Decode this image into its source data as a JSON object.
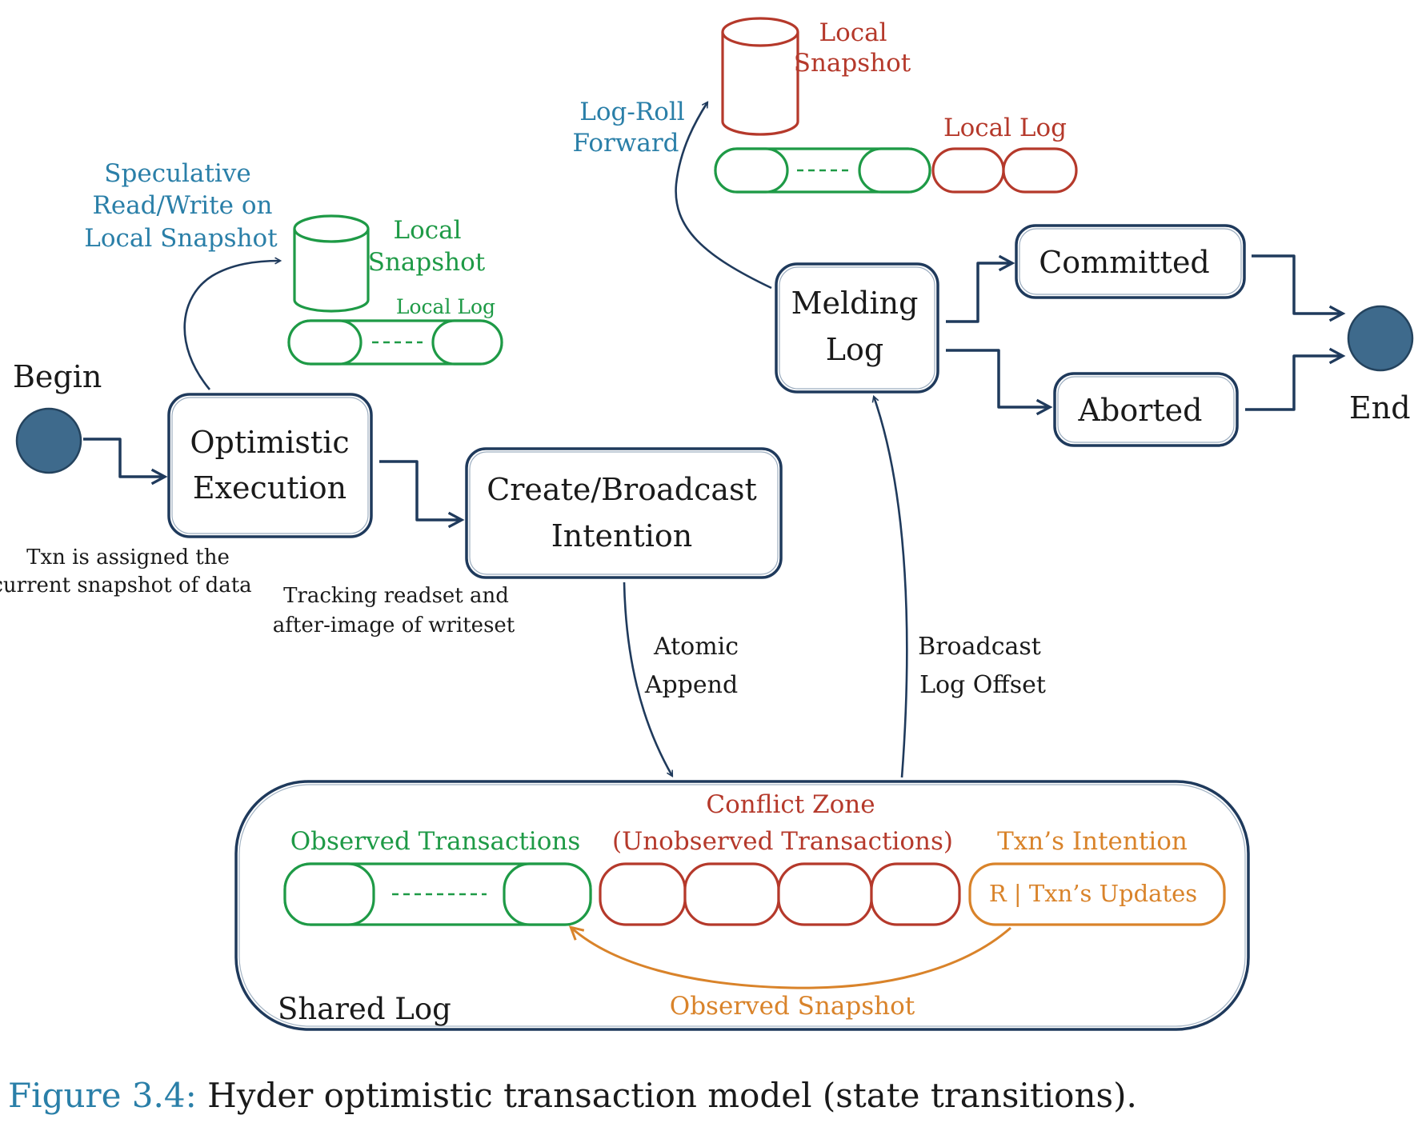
{
  "figure": {
    "caption_label": "Figure 3.4:",
    "caption_text": " Hyder optimistic transaction model (state transitions)."
  },
  "nodes": {
    "begin_label": "Begin",
    "end_label": "End"
  },
  "states": {
    "optimistic_line1": "Optimistic",
    "optimistic_line2": "Execution",
    "intention_line1": "Create/Broadcast",
    "intention_line2": "Intention",
    "melding_line1": "Melding",
    "melding_line2": "Log",
    "committed": "Committed",
    "aborted": "Aborted"
  },
  "annotations": {
    "speculative_line1": "Speculative",
    "speculative_line2": "Read/Write on",
    "speculative_line3": "Local Snapshot",
    "txn_assigned_line1": "Txn is assigned the",
    "txn_assigned_line2": "current snapshot of data",
    "tracking_line1": "Tracking readset and",
    "tracking_line2": "after-image of writeset",
    "atomic_line1": "Atomic",
    "atomic_line2": "Append",
    "broadcast_line1": "Broadcast",
    "broadcast_line2": "Log Offset",
    "logroll_line1": "Log-Roll",
    "logroll_line2": "Forward"
  },
  "local_left": {
    "snapshot_line1": "Local",
    "snapshot_line2": "Snapshot",
    "log_label": "Local Log"
  },
  "local_top": {
    "snapshot_line1": "Local",
    "snapshot_line2": "Snapshot",
    "log_label": "Local Log"
  },
  "shared_log": {
    "label": "Shared Log",
    "observed_label": "Observed Transactions",
    "conflict_line1": "Conflict Zone",
    "conflict_line2": "(Unobserved Transactions)",
    "intention_label": "Txn’s Intention",
    "intention_cell": "R | Txn’s Updates",
    "observed_snapshot": "Observed Snapshot"
  },
  "colors": {
    "navy": "#1f3a5c",
    "blue_annotation": "#2a7fa8",
    "green": "#1e9a46",
    "red": "#b5392b",
    "orange": "#d9832a",
    "node_fill": "#3e6a8c"
  }
}
